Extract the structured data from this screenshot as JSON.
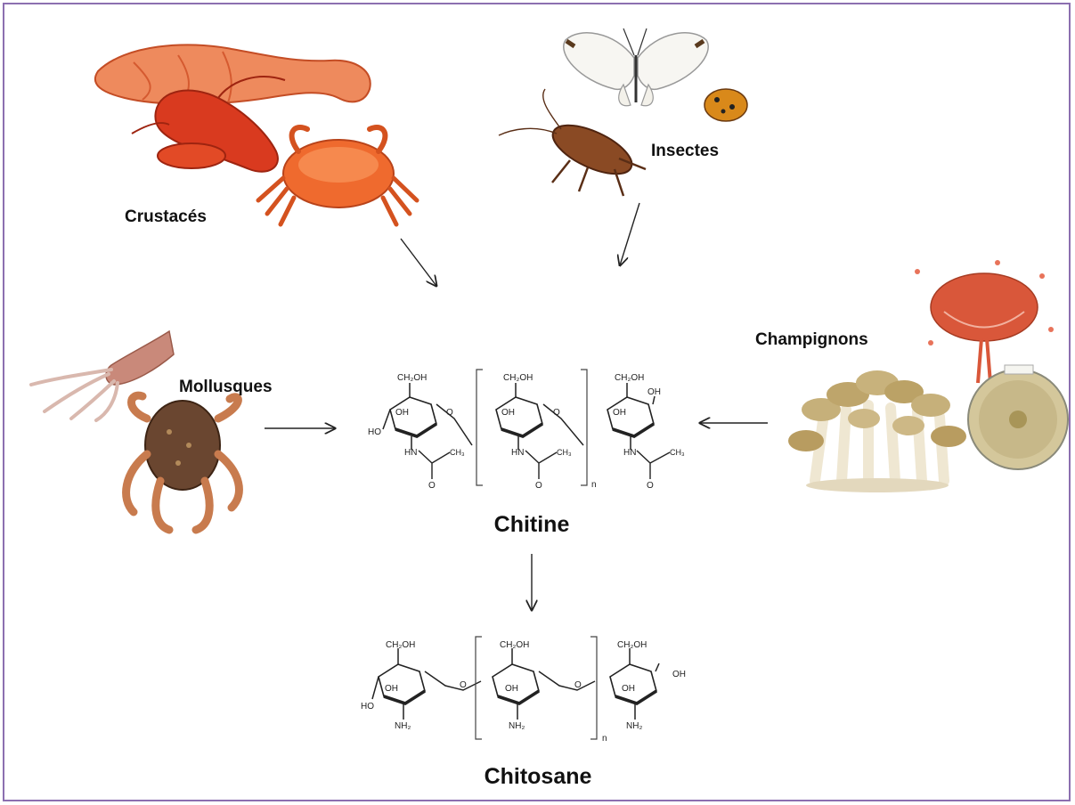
{
  "sources": {
    "crustaces": "Crustacés",
    "insectes": "Insectes",
    "mollusques": "Mollusques",
    "champignons": "Champignons"
  },
  "products": {
    "chitine": "Chitine",
    "chitosane": "Chitosane"
  },
  "chitine_structure": {
    "ch2oh": "CH₂OH",
    "oh": "OH",
    "ho": "HO",
    "o": "O",
    "hn": "HN",
    "ch3": "CH₃",
    "n": "n"
  },
  "chitosane_structure": {
    "ch2oh": "CH₂OH",
    "oh": "OH",
    "ho": "HO",
    "o": "O",
    "nh2": "NH₂",
    "n": "n"
  },
  "colors": {
    "border": "#8c6fb0",
    "arrow": "#222222",
    "crustacean": "#e8542a",
    "fungi": "#cdbb8e",
    "mold": "#d9573a"
  },
  "icons": [
    "shrimp",
    "lobster",
    "crab",
    "butterfly",
    "ladybug",
    "cockroach",
    "squid",
    "octopus",
    "mushrooms",
    "mold-spore",
    "petri-dish"
  ]
}
